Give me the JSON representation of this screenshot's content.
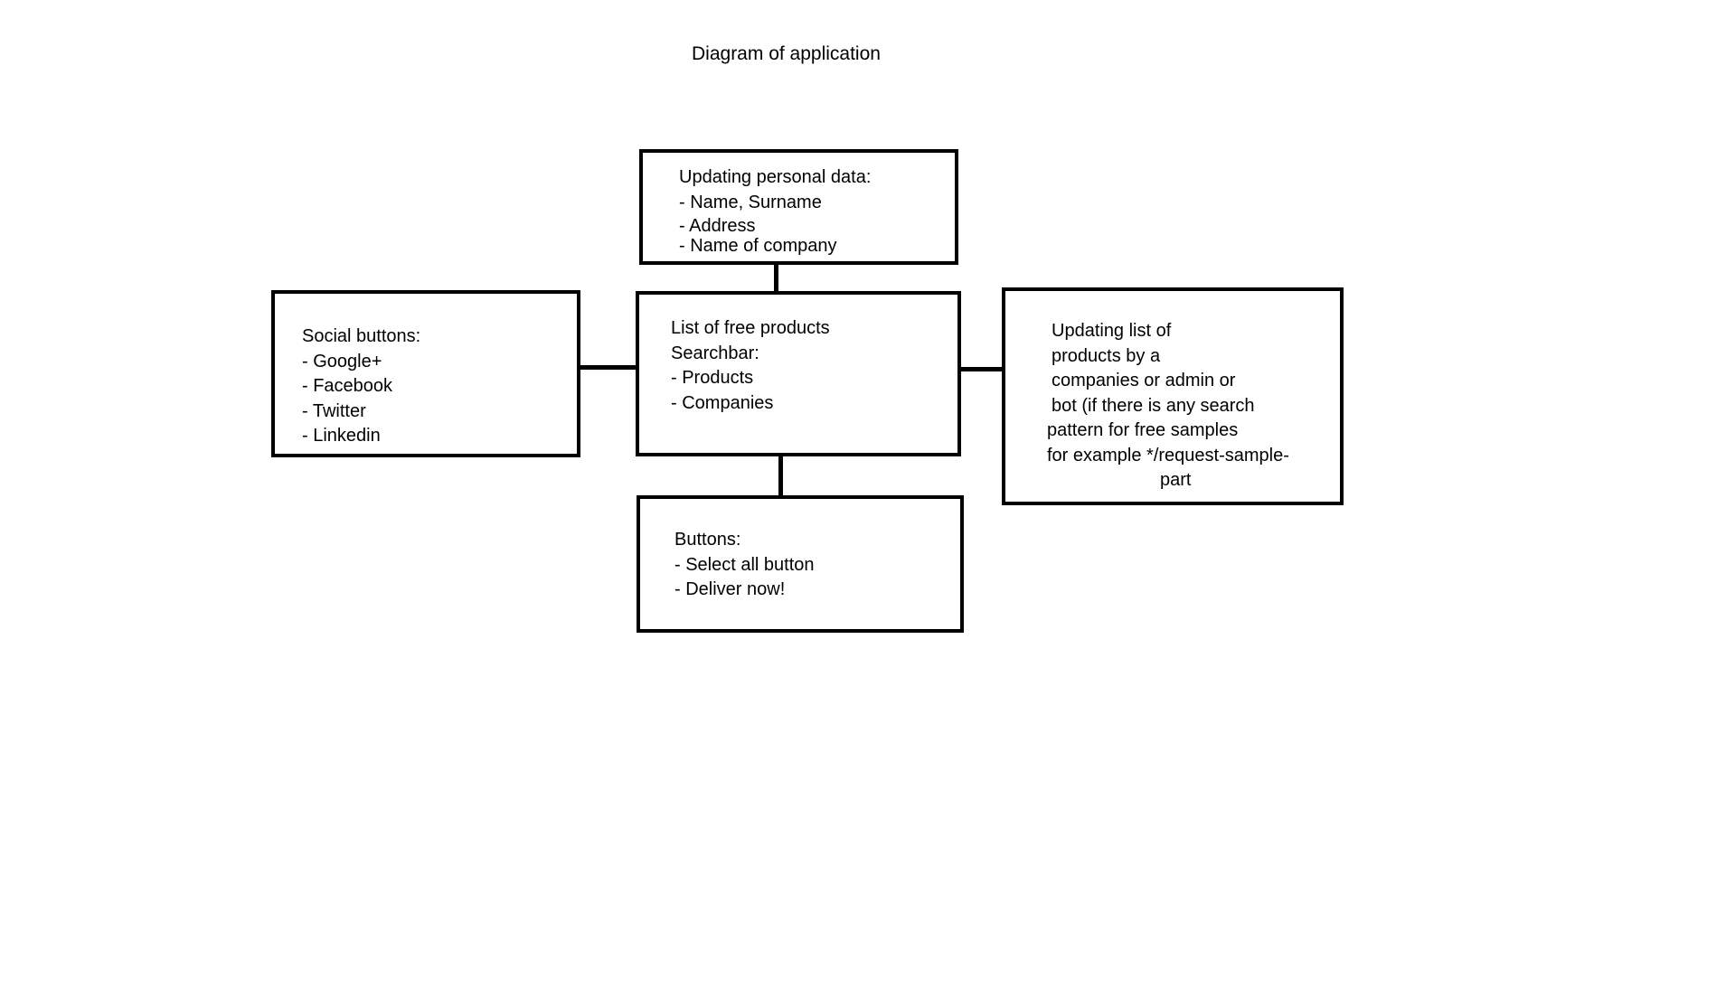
{
  "title": "Diagram of application",
  "nodes": {
    "personal_data": {
      "lines": [
        "Updating personal data:",
        "- Name, Surname",
        "- Address",
        "- Name of  company"
      ]
    },
    "social_buttons": {
      "lines": [
        "Social buttons:",
        "- Google+",
        "- Facebook",
        "- Twitter",
        "- Linkedin"
      ]
    },
    "free_products": {
      "lines": [
        "List of  free products",
        "Searchbar:",
        "- Products",
        "- Companies"
      ]
    },
    "updating_list": {
      "lines": [
        "Updating list of",
        "products by a",
        "companies or admin or",
        "bot  (if there is any search",
        "pattern for free samples",
        "for example  */request-sample-",
        "part"
      ]
    },
    "buttons": {
      "lines": [
        "Buttons:",
        "- Select all button",
        "- Deliver now!"
      ]
    }
  },
  "edges": [
    {
      "from": "free_products",
      "to": "personal_data"
    },
    {
      "from": "free_products",
      "to": "social_buttons"
    },
    {
      "from": "free_products",
      "to": "updating_list"
    },
    {
      "from": "free_products",
      "to": "buttons"
    }
  ]
}
